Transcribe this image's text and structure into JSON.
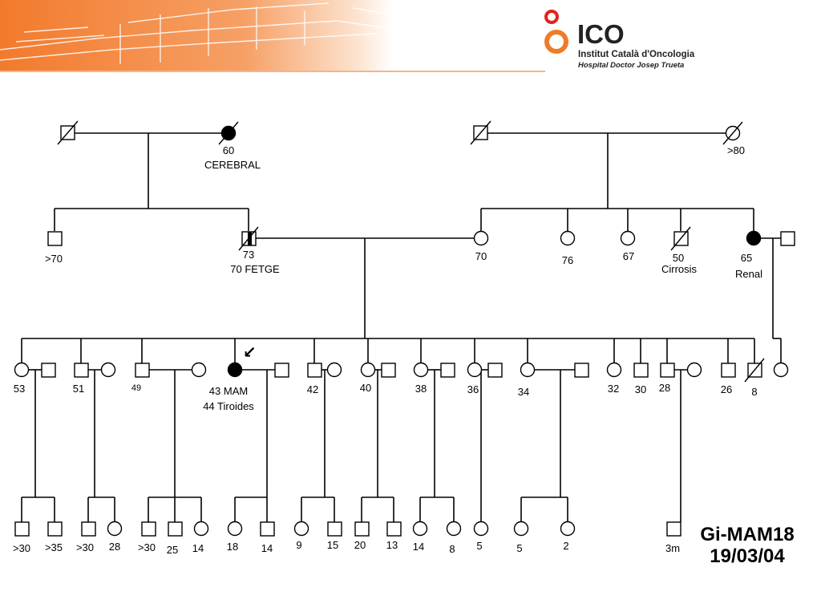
{
  "header": {
    "logo_name": "ICO",
    "institute": "Institut Català d'Oncologia",
    "hospital": "Hospital Doctor Josep Trueta",
    "brand_color": "#f07c2a"
  },
  "family": {
    "code": "Gi-MAM18",
    "date": "19/03/04"
  },
  "labels": {
    "g1": [
      "60",
      "CEREBRAL",
      ">80"
    ],
    "g2": [
      ">70",
      "73",
      "70 FETGE",
      "70",
      "76",
      "67",
      "50",
      "Cirrosis",
      "65",
      "Renal"
    ],
    "g3": [
      "53",
      "51",
      "49",
      "43 MAM",
      "44 Tiroides",
      "42",
      "40",
      "38",
      "36",
      "34",
      "32",
      "30",
      "28",
      "26",
      "8"
    ],
    "g4": [
      ">30",
      ">35",
      ">30",
      "28",
      ">30",
      "25",
      "14",
      "18",
      "14",
      "9",
      "15",
      "20",
      "13",
      "14",
      "8",
      "5",
      "5",
      "2",
      "3m"
    ]
  },
  "proband_arrow": "↙"
}
